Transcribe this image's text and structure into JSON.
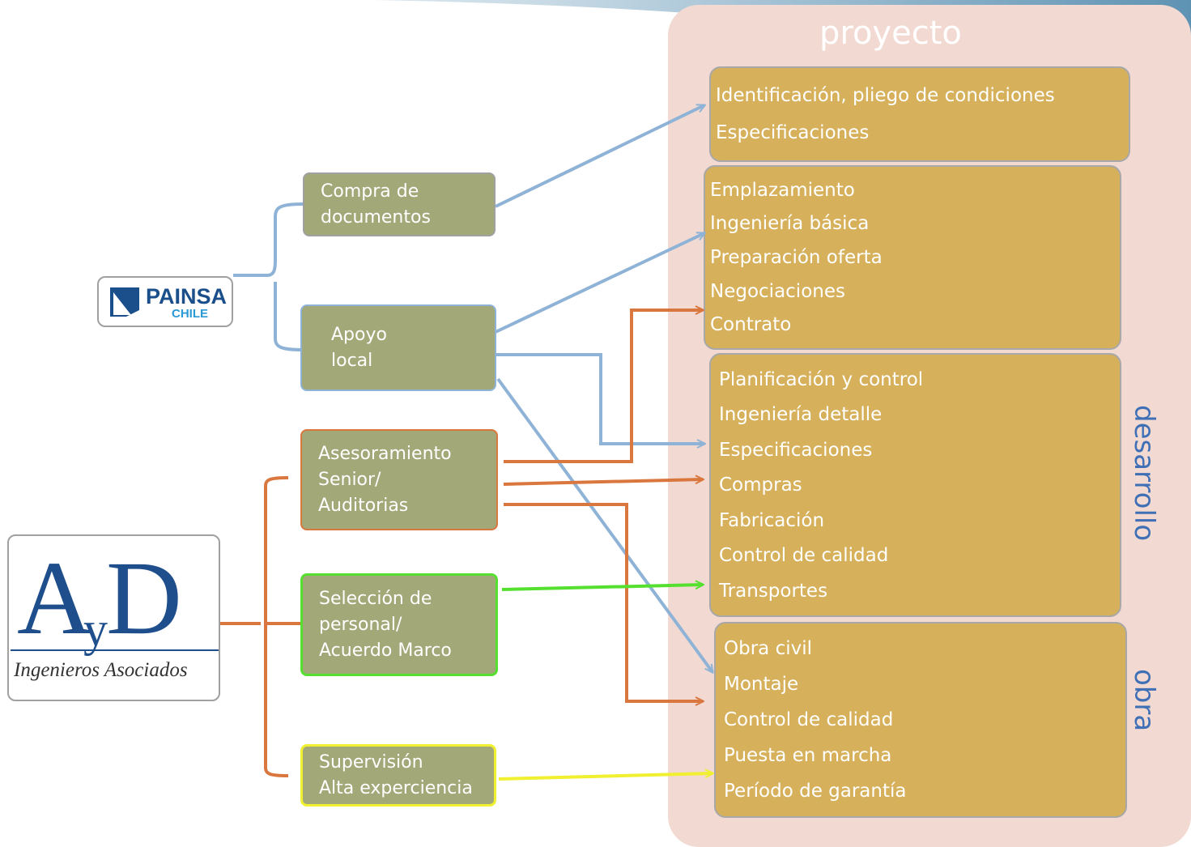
{
  "panel": {
    "title": "proyecto",
    "side_labels": {
      "desarrollo": "desarrollo",
      "obra": "obra"
    }
  },
  "stages": [
    {
      "items": [
        "Identificación, pliego de condiciones",
        "Especificaciones"
      ]
    },
    {
      "items": [
        "Emplazamiento",
        "Ingeniería básica",
        "Preparación oferta",
        "Negociaciones",
        "Contrato"
      ]
    },
    {
      "items": [
        "Planificación y control",
        "Ingeniería detalle",
        "Especificaciones",
        "Compras",
        "Fabricación",
        "Control de calidad",
        "Transportes"
      ]
    },
    {
      "items": [
        "Obra civil",
        "Montaje",
        "Control de calidad",
        "Puesta en marcha",
        "Período de garantía"
      ]
    }
  ],
  "services": {
    "compra": [
      "Compra de",
      "documentos"
    ],
    "apoyo": [
      "Apoyo",
      "local"
    ],
    "asesoramiento": [
      "Asesoramiento",
      "Senior/",
      "Auditorias"
    ],
    "seleccion": [
      "Selección de",
      "personal/",
      "Acuerdo Marco"
    ],
    "supervision": [
      "Supervisión",
      "Alta experciencia"
    ]
  },
  "logos": {
    "painsa": {
      "name": "PAINSA",
      "sub": "CHILE"
    },
    "ayd": {
      "letter_a": "A",
      "letter_y": "y",
      "letter_d": "D",
      "tagline": "Ingenieros Asociados"
    }
  },
  "colors": {
    "blue_connector": "#8fb3d6",
    "orange_connector": "#d9773e",
    "green_connector": "#55e030",
    "yellow_connector": "#f0f030",
    "stage_fill": "#d6b05a",
    "service_fill": "#a3a878",
    "panel_fill": "#f2d9d2",
    "label_blue": "#3f6fb5"
  }
}
